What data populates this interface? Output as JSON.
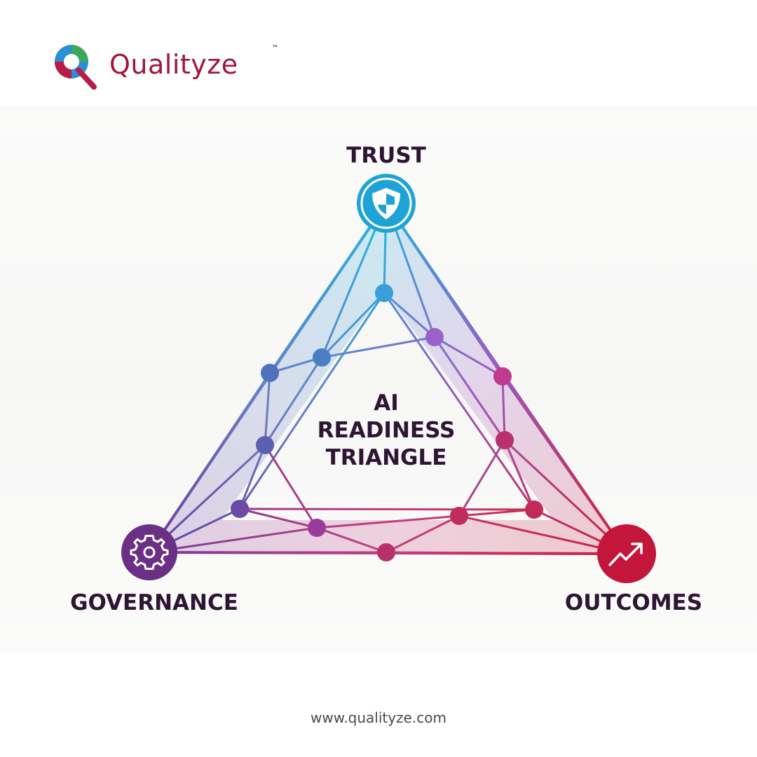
{
  "brand": {
    "name": "Qualityze",
    "trademark": "™"
  },
  "diagram": {
    "center_title_lines": [
      "AI",
      "READINESS",
      "TRIANGLE"
    ],
    "vertices": [
      {
        "label": "TRUST",
        "icon": "shield-icon",
        "color": "#1ea3d6"
      },
      {
        "label": "GOVERNANCE",
        "icon": "gear-icon",
        "color": "#6b2f86"
      },
      {
        "label": "OUTCOMES",
        "icon": "trend-arrow-icon",
        "color": "#c3163a"
      }
    ]
  },
  "colors": {
    "trust": "#22b3e0",
    "governance": "#6d3a9c",
    "outcomes": "#cc1f3c",
    "text": "#2e1533",
    "brand": "#a0173e"
  },
  "footer": {
    "url": "www.qualityze.com"
  }
}
